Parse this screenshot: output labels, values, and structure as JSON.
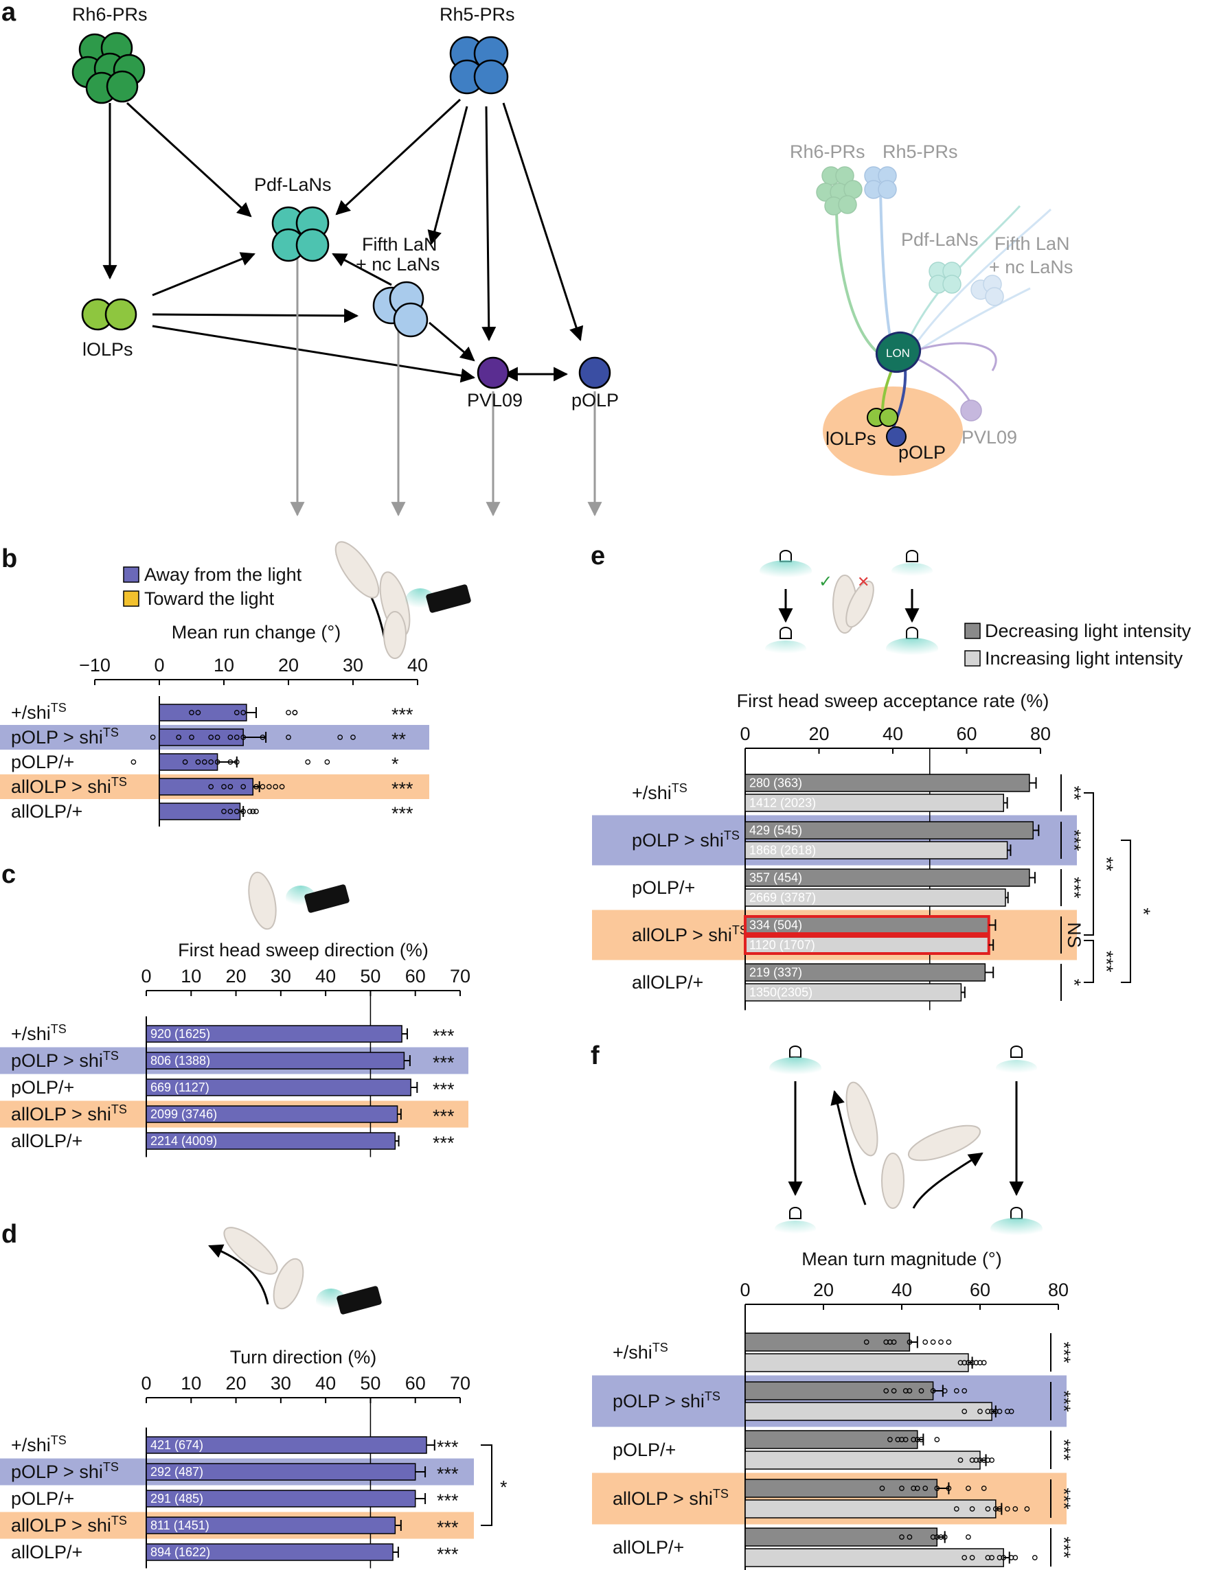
{
  "panel_letters": [
    "a",
    "b",
    "c",
    "d",
    "e",
    "f"
  ],
  "panel_a": {
    "nodes": {
      "rh6": "Rh6-PRs",
      "rh5": "Rh5-PRs",
      "pdf": "Pdf-LaNs",
      "fifth_1": "Fifth LaN",
      "fifth_2": "+ nc LaNs",
      "lolp": "lOLPs",
      "pvl09": "PVL09",
      "polp": "pOLP"
    },
    "inset": {
      "rh6": "Rh6-PRs",
      "rh5": "Rh5-PRs",
      "pdf": "Pdf-LaNs",
      "fifth_1": "Fifth LaN",
      "fifth_2": "+ nc LaNs",
      "lon": "LON",
      "lolp": "lOLPs",
      "polp": "pOLP",
      "pvl09": "PVL09"
    },
    "colors": {
      "rh6": "#2e9a4a",
      "rh5": "#3f7fc4",
      "pdf": "#4dc3b0",
      "fifth": "#a9cbec",
      "lolp": "#8ec63f",
      "pvl09": "#5a2d91",
      "polp": "#3a4ea3",
      "lon": "#14735d",
      "highlight": "#fbc89a"
    }
  },
  "chart_data": [
    {
      "id": "b",
      "type": "bar",
      "title": "Mean run change (°)",
      "legend": [
        "Away from the light",
        "Toward the light"
      ],
      "legend_colors": [
        "#6b69b8",
        "#f2c12e"
      ],
      "xlim": [
        -10,
        40
      ],
      "ticks": [
        "−10",
        "0",
        "10",
        "20",
        "30",
        "40"
      ],
      "categories": [
        "+/shi",
        "pOLP > shi",
        "pOLP/+",
        "allOLP > shi",
        "allOLP/+"
      ],
      "superscripts": [
        "TS",
        "TS",
        "",
        "TS",
        ""
      ],
      "values": [
        13.5,
        13,
        9,
        14.5,
        12.5
      ],
      "errors": [
        1.5,
        3.5,
        3,
        1,
        0.5
      ],
      "points": [
        [
          5,
          6,
          12,
          13,
          20,
          21,
          21
        ],
        [
          -1,
          3,
          5,
          8,
          9,
          11,
          12,
          13,
          16,
          20,
          28,
          30
        ],
        [
          -4,
          4,
          6,
          7,
          8,
          9,
          11,
          12,
          23,
          26
        ],
        [
          8,
          10,
          11,
          13,
          15,
          16,
          17,
          18,
          19
        ],
        [
          10,
          11,
          12,
          13,
          14,
          14.5,
          15
        ]
      ],
      "significance": [
        "***",
        "**",
        "*",
        "***",
        "***"
      ],
      "highlight": [
        "",
        "blue",
        "",
        "orange",
        ""
      ]
    },
    {
      "id": "c",
      "type": "bar",
      "title": "First head sweep direction (%)",
      "xlim": [
        0,
        70
      ],
      "ticks": [
        "0",
        "10",
        "20",
        "30",
        "40",
        "50",
        "60",
        "70"
      ],
      "reference_line": 50,
      "categories": [
        "+/shi",
        "pOLP > shi",
        "pOLP/+",
        "allOLP > shi",
        "allOLP/+"
      ],
      "superscripts": [
        "TS",
        "TS",
        "",
        "TS",
        ""
      ],
      "values": [
        57,
        57.5,
        59,
        56,
        55.5
      ],
      "errors": [
        1.2,
        1.3,
        1.4,
        0.8,
        0.8
      ],
      "bar_labels": [
        "920 (1625)",
        "806 (1388)",
        "669 (1127)",
        "2099 (3746)",
        "2214 (4009)"
      ],
      "significance": [
        "***",
        "***",
        "***",
        "***",
        "***"
      ],
      "highlight": [
        "",
        "blue",
        "",
        "orange",
        ""
      ]
    },
    {
      "id": "d",
      "type": "bar",
      "title": "Turn direction (%)",
      "xlim": [
        0,
        70
      ],
      "ticks": [
        "0",
        "10",
        "20",
        "30",
        "40",
        "50",
        "60",
        "70"
      ],
      "reference_line": 50,
      "categories": [
        "+/shi",
        "pOLP > shi",
        "pOLP/+",
        "allOLP > shi",
        "allOLP/+"
      ],
      "superscripts": [
        "TS",
        "TS",
        "",
        "TS",
        ""
      ],
      "values": [
        62.5,
        60,
        60,
        55.5,
        55
      ],
      "errors": [
        1.8,
        2.2,
        2.2,
        1.3,
        1.2
      ],
      "bar_labels": [
        "421 (674)",
        "292 (487)",
        "291 (485)",
        "811 (1451)",
        "894 (1622)"
      ],
      "significance": [
        "***",
        "***",
        "***",
        "***",
        "***"
      ],
      "comparison": "*",
      "highlight": [
        "",
        "blue",
        "",
        "orange",
        ""
      ]
    },
    {
      "id": "e",
      "type": "bar",
      "title": "First head sweep acceptance rate (%)",
      "legend": [
        "Decreasing light intensity",
        "Increasing light intensity"
      ],
      "legend_colors": [
        "#8a8a8a",
        "#d4d4d4"
      ],
      "xlim": [
        0,
        80
      ],
      "ticks": [
        "0",
        "20",
        "40",
        "60",
        "80"
      ],
      "reference_line": 50,
      "categories": [
        "+/shi",
        "pOLP > shi",
        "pOLP/+",
        "allOLP > shi",
        "allOLP/+"
      ],
      "superscripts": [
        "TS",
        "TS",
        "",
        "TS",
        ""
      ],
      "series": [
        {
          "values": [
            77,
            78,
            77,
            66,
            65
          ],
          "errors": [
            1.8,
            1.5,
            1.5,
            1.8,
            2.2
          ],
          "labels": [
            "280 (363)",
            "429 (545)",
            "357 (454)",
            "334 (504)",
            "219 (337)"
          ]
        },
        {
          "values": [
            70,
            71,
            70.5,
            66,
            58.5
          ],
          "errors": [
            1,
            0.9,
            0.7,
            1.2,
            1
          ],
          "labels": [
            "1412 (2023)",
            "1868 (2618)",
            "2669 (3787)",
            "1120 (1707)",
            "1350(2305)"
          ]
        }
      ],
      "significance": [
        "**",
        "***",
        "***",
        "NS",
        "*"
      ],
      "comparisons": [
        "**",
        "*",
        "***"
      ],
      "highlight": [
        "",
        "blue",
        "",
        "orange",
        ""
      ]
    },
    {
      "id": "f",
      "type": "bar",
      "title": "Mean turn magnitude (°)",
      "xlim": [
        0,
        80
      ],
      "ticks": [
        "0",
        "20",
        "40",
        "60",
        "80"
      ],
      "categories": [
        "+/shi",
        "pOLP > shi",
        "pOLP/+",
        "allOLP > shi",
        "allOLP/+"
      ],
      "superscripts": [
        "TS",
        "TS",
        "",
        "TS",
        ""
      ],
      "series": [
        {
          "values": [
            42,
            48,
            44,
            49,
            49
          ],
          "errors": [
            2,
            2.5,
            1.5,
            3,
            2
          ],
          "points": [
            [
              31,
              36,
              37,
              38,
              42,
              46,
              48,
              50,
              52
            ],
            [
              36,
              38,
              41,
              42,
              45,
              48,
              51,
              54,
              56
            ],
            [
              37,
              39,
              40,
              41,
              43,
              44,
              45,
              49
            ],
            [
              35,
              40,
              43,
              44,
              46,
              49,
              52,
              57,
              61
            ],
            [
              40,
              42,
              48,
              49,
              50,
              51,
              57
            ]
          ]
        },
        {
          "values": [
            57,
            63,
            60,
            64,
            66
          ],
          "errors": [
            1,
            1,
            1.5,
            1.5,
            1.5
          ],
          "points": [
            [
              55,
              56,
              57,
              58,
              59,
              60,
              61
            ],
            [
              56,
              60,
              62,
              63,
              64,
              65,
              67,
              68
            ],
            [
              55,
              58,
              59,
              60,
              61,
              62,
              63
            ],
            [
              54,
              58,
              62,
              64,
              65,
              67,
              69,
              72
            ],
            [
              56,
              58,
              62,
              63,
              65,
              66,
              68,
              69,
              74
            ]
          ]
        }
      ],
      "significance": [
        "***",
        "***",
        "***",
        "***",
        "***"
      ],
      "highlight": [
        "",
        "blue",
        "",
        "orange",
        ""
      ]
    }
  ]
}
